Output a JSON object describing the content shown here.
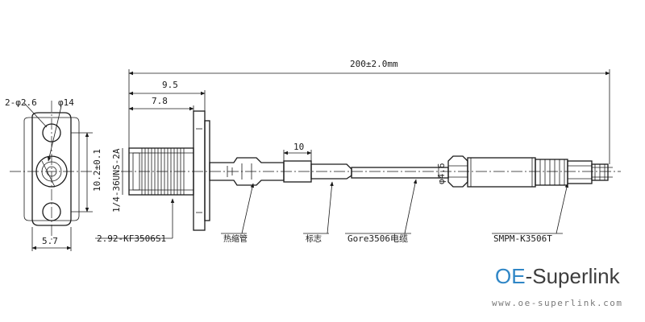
{
  "dimensions": {
    "overall_length": "200±2.0mm",
    "flange_depth": "9.5",
    "body_length": "7.8",
    "hole_spec": "2-φ2.6",
    "flange_dia": "φ14",
    "hole_pitch": "10.2±0.1",
    "flange_width": "5.7",
    "thread": "1/4-36UNS-2A",
    "segment_length": "10",
    "cable_dia": "φ4.6"
  },
  "labels": {
    "connector_a": "2.92-KF3506S1",
    "heat_shrink": "热缩管",
    "marker": "标志",
    "cable": "Gore3506电缆",
    "connector_b": "SMPM-K3506T"
  },
  "brand": {
    "prefix": "OE",
    "suffix": "-Superlink",
    "url": "www.oe-superlink.com",
    "accent_color": "#2f86c6"
  }
}
